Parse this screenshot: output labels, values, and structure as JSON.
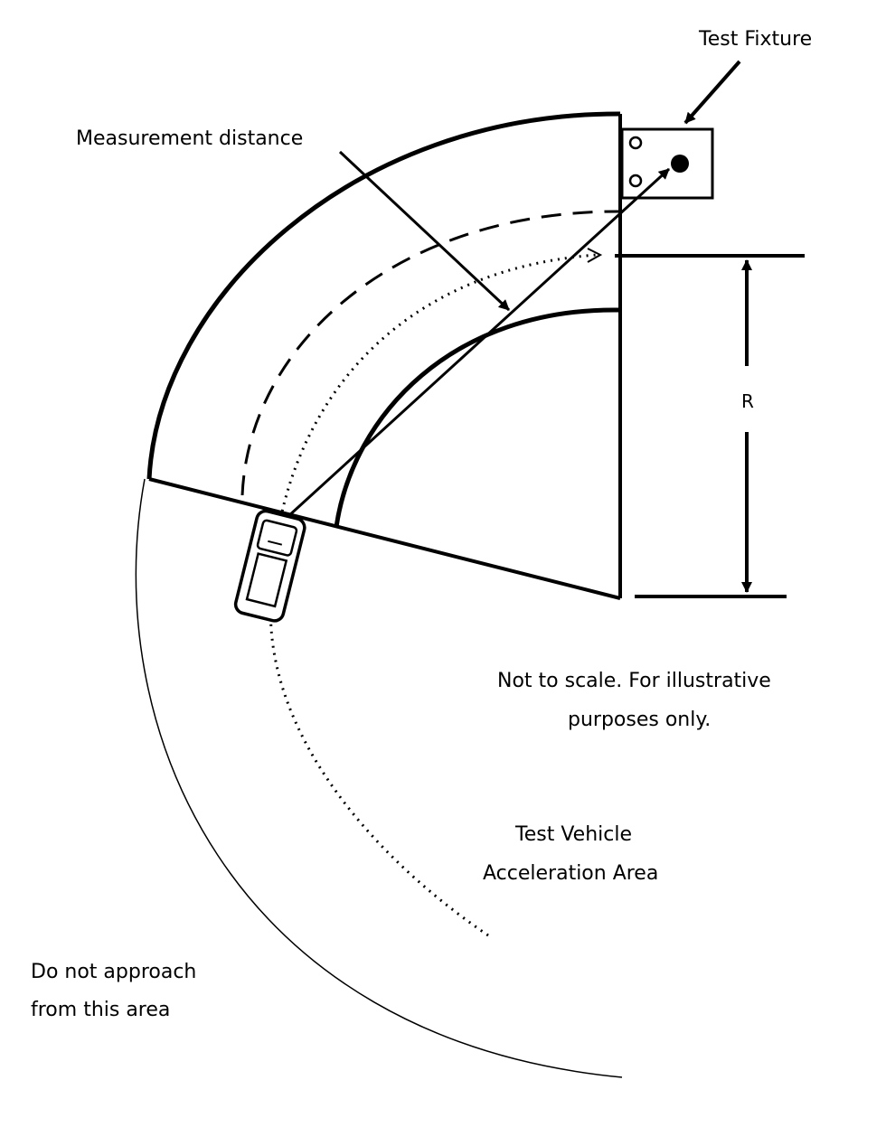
{
  "labels": {
    "test_fixture": "Test Fixture",
    "measurement_distance": "Measurement distance",
    "radius": "R",
    "note_line1": "Not to scale. For illustrative",
    "note_line2": "purposes only.",
    "accel_line1": "Test Vehicle",
    "accel_line2": "Acceleration Area",
    "avoid_line1": "Do not approach",
    "avoid_line2": "from this area"
  },
  "colors": {
    "ink": "#000000",
    "background": "#ffffff"
  }
}
